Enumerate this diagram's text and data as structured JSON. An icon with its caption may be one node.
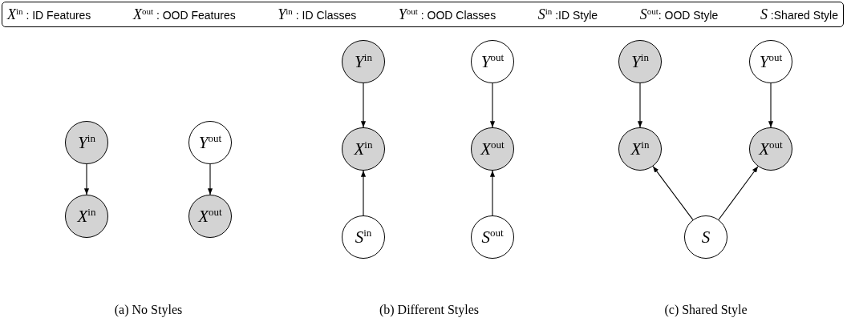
{
  "diagram": {
    "nodes": [
      {
        "text": [
          "*X*$^{in}$ : ID Features",
          "*X*$^{out}$ : OOD Features",
          "*Y*$^{in}$ : ID Classes",
          "*Y*$^{out}$ : OOD Classes",
          "*S*$^{in}$ :ID Style",
          "*S*$^{out}$: OOD Style",
          "*S* :Shared Style"
        ]
      },
      {
        "text": [
          "*Y*$^{in}$"
        ]
      },
      {
        "text": [
          "*X*$^{in}$"
        ]
      },
      {
        "text": [
          "*Y*$^{out}$"
        ]
      },
      {
        "text": [
          "*X*$^{out}$"
        ]
      },
      {
        "text": [
          "*Y*$^{in}$"
        ]
      },
      {
        "text": [
          "*X*$^{in}$"
        ]
      },
      {
        "text": [
          "*S*$^{in}$"
        ]
      },
      {
        "text": [
          "*Y*$^{out}$"
        ]
      },
      {
        "text": [
          "*X*$^{out}$"
        ]
      },
      {
        "text": [
          "*S*$^{out}$"
        ]
      },
      {
        "text": [
          "*Y*$^{in}$"
        ]
      },
      {
        "text": [
          "*X*$^{in}$"
        ]
      },
      {
        "text": [
          "*Y*$^{out}$"
        ]
      },
      {
        "text": [
          "*X*$^{out}$"
        ]
      },
      {
        "text": [
          "*S*"
        ]
      }
    ],
    "edges": [
      {
        "from": 1,
        "to": 2,
        "arrow": "to"
      },
      {
        "from": 3,
        "to": 4,
        "arrow": "to"
      },
      {
        "from": 5,
        "to": 6,
        "arrow": "to"
      },
      {
        "from": 7,
        "to": 6,
        "arrow": "to"
      },
      {
        "from": 8,
        "to": 9,
        "arrow": "to"
      },
      {
        "from": 10,
        "to": 9,
        "arrow": "to"
      },
      {
        "from": 11,
        "to": 12,
        "arrow": "to"
      },
      {
        "from": 13,
        "to": 14,
        "arrow": "to"
      },
      {
        "from": 15,
        "to": 12,
        "arrow": "to"
      },
      {
        "from": 15,
        "to": 14,
        "arrow": "to"
      }
    ],
    "labels": [
      "(a) No Styles",
      "(b) Different Styles",
      "(c) Shared Style"
    ]
  }
}
